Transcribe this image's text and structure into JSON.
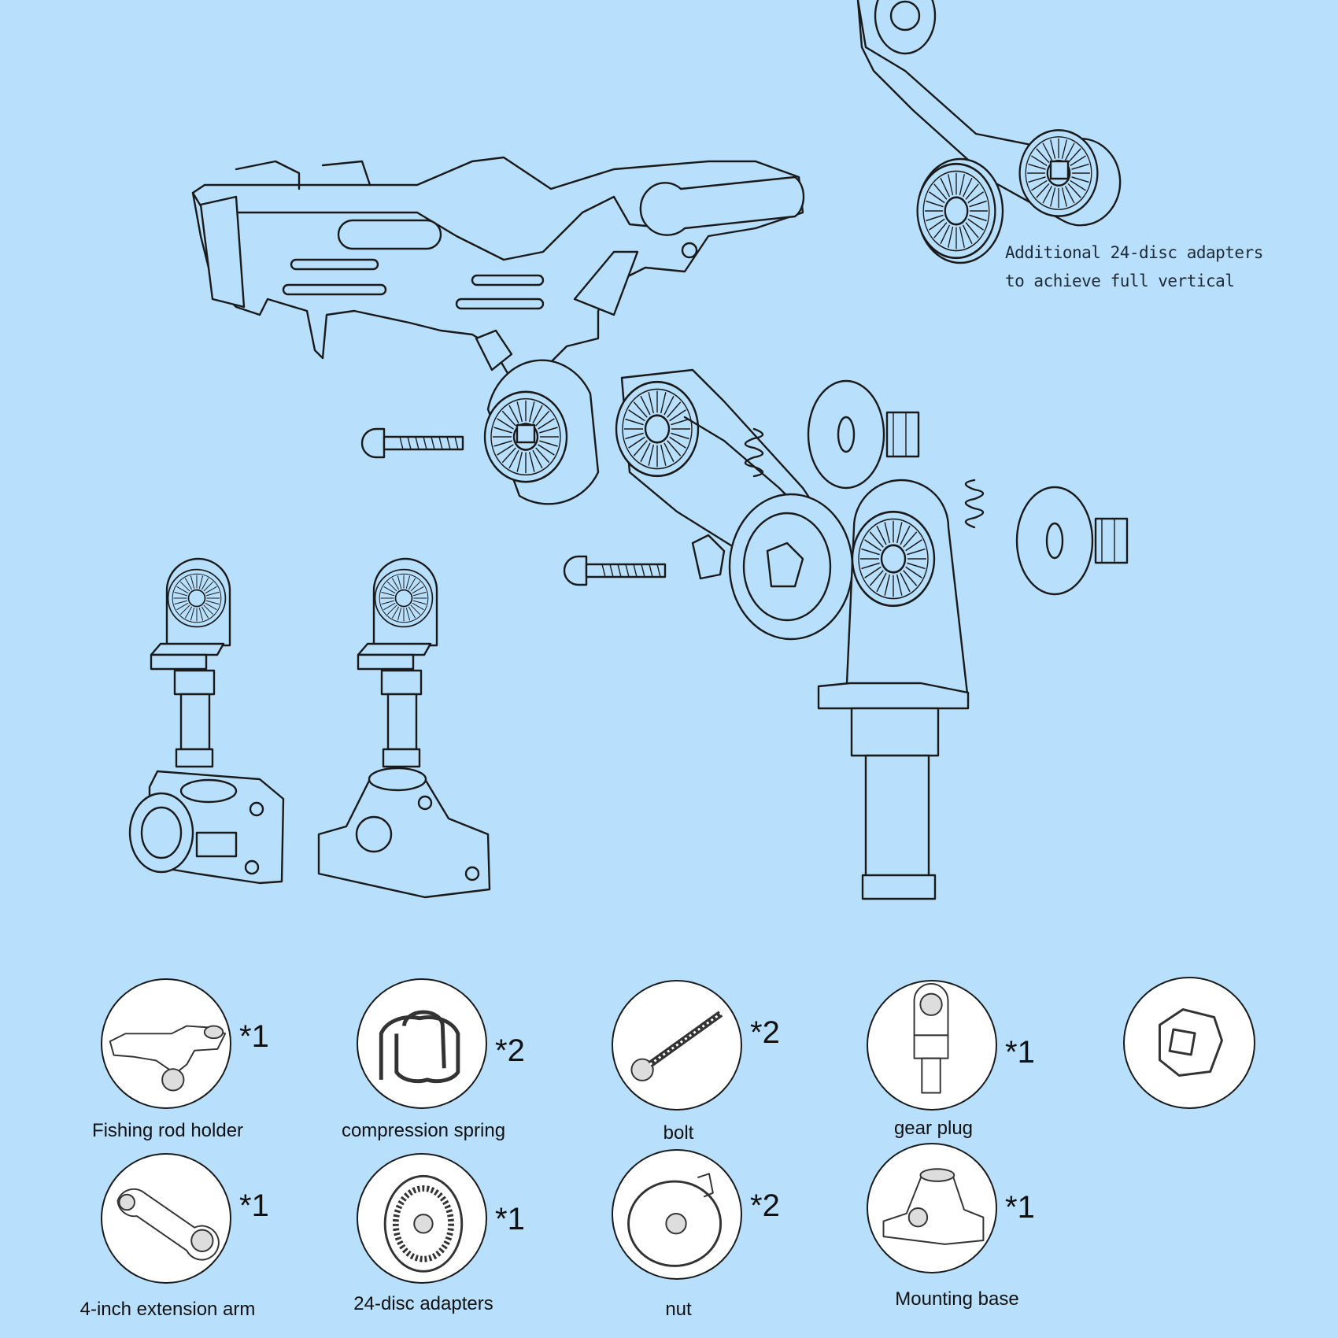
{
  "note": {
    "line1": "Additional 24-disc adapters",
    "line2": "to achieve full vertical"
  },
  "parts": [
    {
      "name": "Fishing rod holder",
      "qty": "*1",
      "icon": "rod-holder-icon"
    },
    {
      "name": "compression spring",
      "qty": "*2",
      "icon": "spring-icon"
    },
    {
      "name": "bolt",
      "qty": "*2",
      "icon": "bolt-icon"
    },
    {
      "name": "gear plug",
      "qty": "*1",
      "icon": "gear-plug-icon"
    },
    {
      "name": "",
      "qty": "",
      "icon": "square-nut-icon"
    },
    {
      "name": "4-inch extension arm",
      "qty": "*1",
      "icon": "extension-arm-icon"
    },
    {
      "name": "24-disc adapters",
      "qty": "*1",
      "icon": "disc-adapter-icon"
    },
    {
      "name": "nut",
      "qty": "*2",
      "icon": "nut-icon"
    },
    {
      "name": "Mounting base",
      "qty": "*1",
      "icon": "mounting-base-icon"
    }
  ],
  "colors": {
    "background": "#b8e0fc",
    "line": "#1a1a1a"
  }
}
